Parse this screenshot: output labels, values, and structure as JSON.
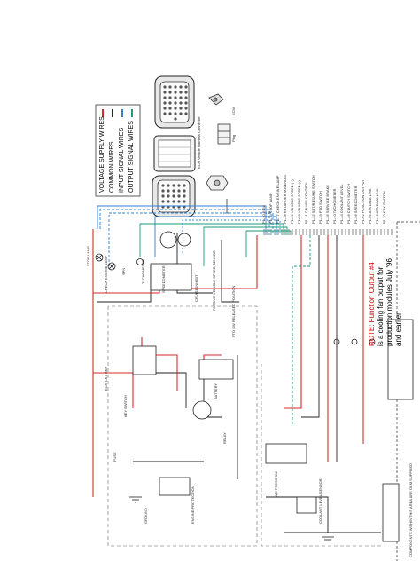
{
  "legend": {
    "items": [
      {
        "label": "VOLTAGE SUPPLY WIRES",
        "color": "#d42a2a"
      },
      {
        "label": "COMMON WIRES",
        "color": "#222222"
      },
      {
        "label": "INPUT SIGNAL WIRES",
        "color": "#2f7fd0"
      },
      {
        "label": "OUTPUT SIGNAL WIRES",
        "color": "#1a9a7a"
      }
    ]
  },
  "connectors": {
    "ecm_label": "ECM",
    "ecm_connector": "ECM Vehicle Harness Connector",
    "plug": "Plug"
  },
  "note": {
    "prefix": "NOTE:",
    "line1": "Function Output #4",
    "line2": "is a cooling fan output for",
    "line3": "production modules July '96",
    "line4": "and earlier."
  },
  "wires": {
    "stop_lamp": "STOP LAMP",
    "check_engine_lamp": "CHECK ENGINE LAMP",
    "spn_rbc": "SPN",
    "tachometer": "TACHOMETER",
    "speedometer": "SPEEDOMETER",
    "cruise_inhibit": "CRUISE INHIBIT",
    "passive_vehicle_speed": "PASSIVE VEHICLE SPEED SENSOR",
    "pto_released": "PTO SW RELEASED POSITION",
    "ecm_ckt_bkr": "ECM CKT BKR",
    "key_switch": "KEY SWITCH",
    "battery": "BATTERY",
    "ground": "GROUND",
    "fuse": "FUSE",
    "engine_prot": "ENGINE PROTECTION",
    "relay": "RELAY",
    "ac_pressure": "A/C PRESS SW",
    "coolant_level": "COOLANT LEVEL SENSOR",
    "components_note": "COMPONENTS WITHIN THIS AREA ARE OEM SUPPLIED"
  },
  "pin_labels": [
    "P1-10 ECM",
    "P1-14 STOP LAMP",
    "P1-17 CHECK ENGINE LAMP",
    "P1-28 RETARDER SOLENOID",
    "P1-29 VEHICLE SPEED (+)",
    "P1-30 VEHICLE SPEED (-)",
    "P1-31 CRUISE CONTROL",
    "P1-32 SET/RESUME SWITCH",
    "P1-33 PTO SWITCH",
    "P1-35 SERVICE BRAKE",
    "P1-40 TACHOMETER",
    "P1-44 COOLANT LEVEL",
    "P1-46 CLUTCH SWITCH",
    "P1-56 SPEEDOMETER",
    "P1-62 FUNCTION OUTPUT",
    "P1-65 ATA DATA LINK",
    "P1-66 ATA DATA LINK",
    "P1-70 KEY SWITCH"
  ]
}
